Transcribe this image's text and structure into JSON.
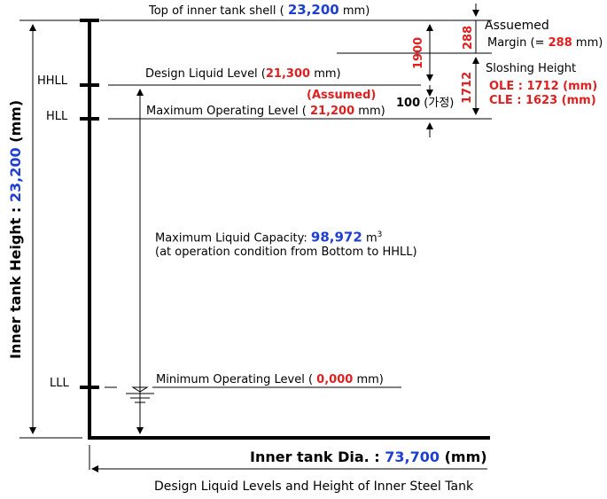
{
  "diagram": {
    "caption": "Design Liquid Levels and Height of Inner Steel Tank",
    "top_shell": {
      "prefix": "Top of inner tank shell (",
      "value": "23,200",
      "suffix": "mm)"
    },
    "design_level": {
      "prefix": "Design Liquid Level (",
      "value": "21,300",
      "suffix": "mm)"
    },
    "assumed_note": "(Assumed)",
    "max_operating": {
      "prefix": "Maximum Operating Level (",
      "value": "21,200",
      "suffix": "mm)"
    },
    "min_operating": {
      "prefix": "Minimum Operating Level (",
      "value": "0,000",
      "suffix": "mm)"
    },
    "capacity": {
      "prefix": "Maximum Liquid Capacity:",
      "value": "98,972",
      "unit": "m",
      "sup": "3",
      "note": "(at operation condition from Bottom to HHLL)"
    },
    "level_tags": {
      "hhll": "HHLL",
      "hll": "HLL",
      "lll": "LLL"
    },
    "height_label": {
      "prefix": "Inner tank Height : ",
      "value": "23,200",
      "suffix": " (mm)"
    },
    "dia_label": {
      "prefix": "Inner tank Dia. : ",
      "value": "73,700",
      "suffix": " (mm)"
    },
    "dim_1900": "1900",
    "dim_288": "288",
    "dim_1712": "1712",
    "dim_100": {
      "value": "100",
      "note": "(가정)"
    },
    "assumed_margin": {
      "title": "Assuemed",
      "prefix": "Margin (= ",
      "value": "288",
      "suffix": " mm)"
    },
    "sloshing": {
      "title": "Sloshing Height",
      "ole": "OLE : 1712 (mm)",
      "cle": "CLE : 1623 (mm)"
    },
    "colors": {
      "blue": "#1f3fd0",
      "red": "#e02020",
      "line": "#000000"
    }
  }
}
